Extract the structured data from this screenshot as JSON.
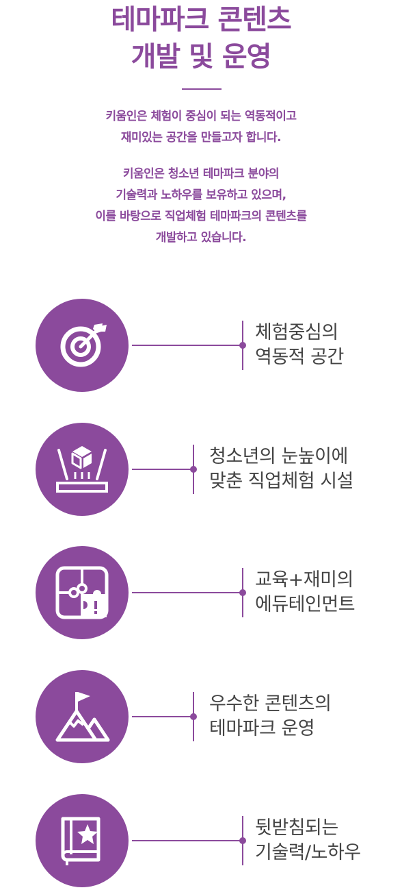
{
  "title": {
    "line1": "테마파크 콘텐츠",
    "line2": "개발 및 운영"
  },
  "intro": {
    "p1": [
      "키움인은 체험이 중심이 되는 역동적이고",
      "재미있는 공간을 만들고자 합니다."
    ],
    "p2": [
      "키움인은 청소년 테마파크 분야의",
      "기술력과 노하우를 보유하고 있으며,",
      "이를 바탕으로 직업체험 테마파크의 콘텐츠를",
      "개발하고 있습니다."
    ]
  },
  "features": [
    {
      "icon": "target-icon",
      "line1": "체험중심의",
      "line2": "역동적 공간"
    },
    {
      "icon": "hologram-box-icon",
      "line1": "청소년의 눈높이에",
      "line2": "맞춘 직업체험 시설"
    },
    {
      "icon": "puzzle-icon",
      "line1": "교육+재미의",
      "line2": "에듀테인먼트"
    },
    {
      "icon": "mountain-flag-icon",
      "line1": "우수한 콘텐츠의",
      "line2": "테마파크 운영"
    },
    {
      "icon": "book-star-icon",
      "line1": "뒷받침되는",
      "line2": "기술력/노하우"
    }
  ],
  "colors": {
    "accent": "#8b4a9c",
    "text": "#444444"
  }
}
